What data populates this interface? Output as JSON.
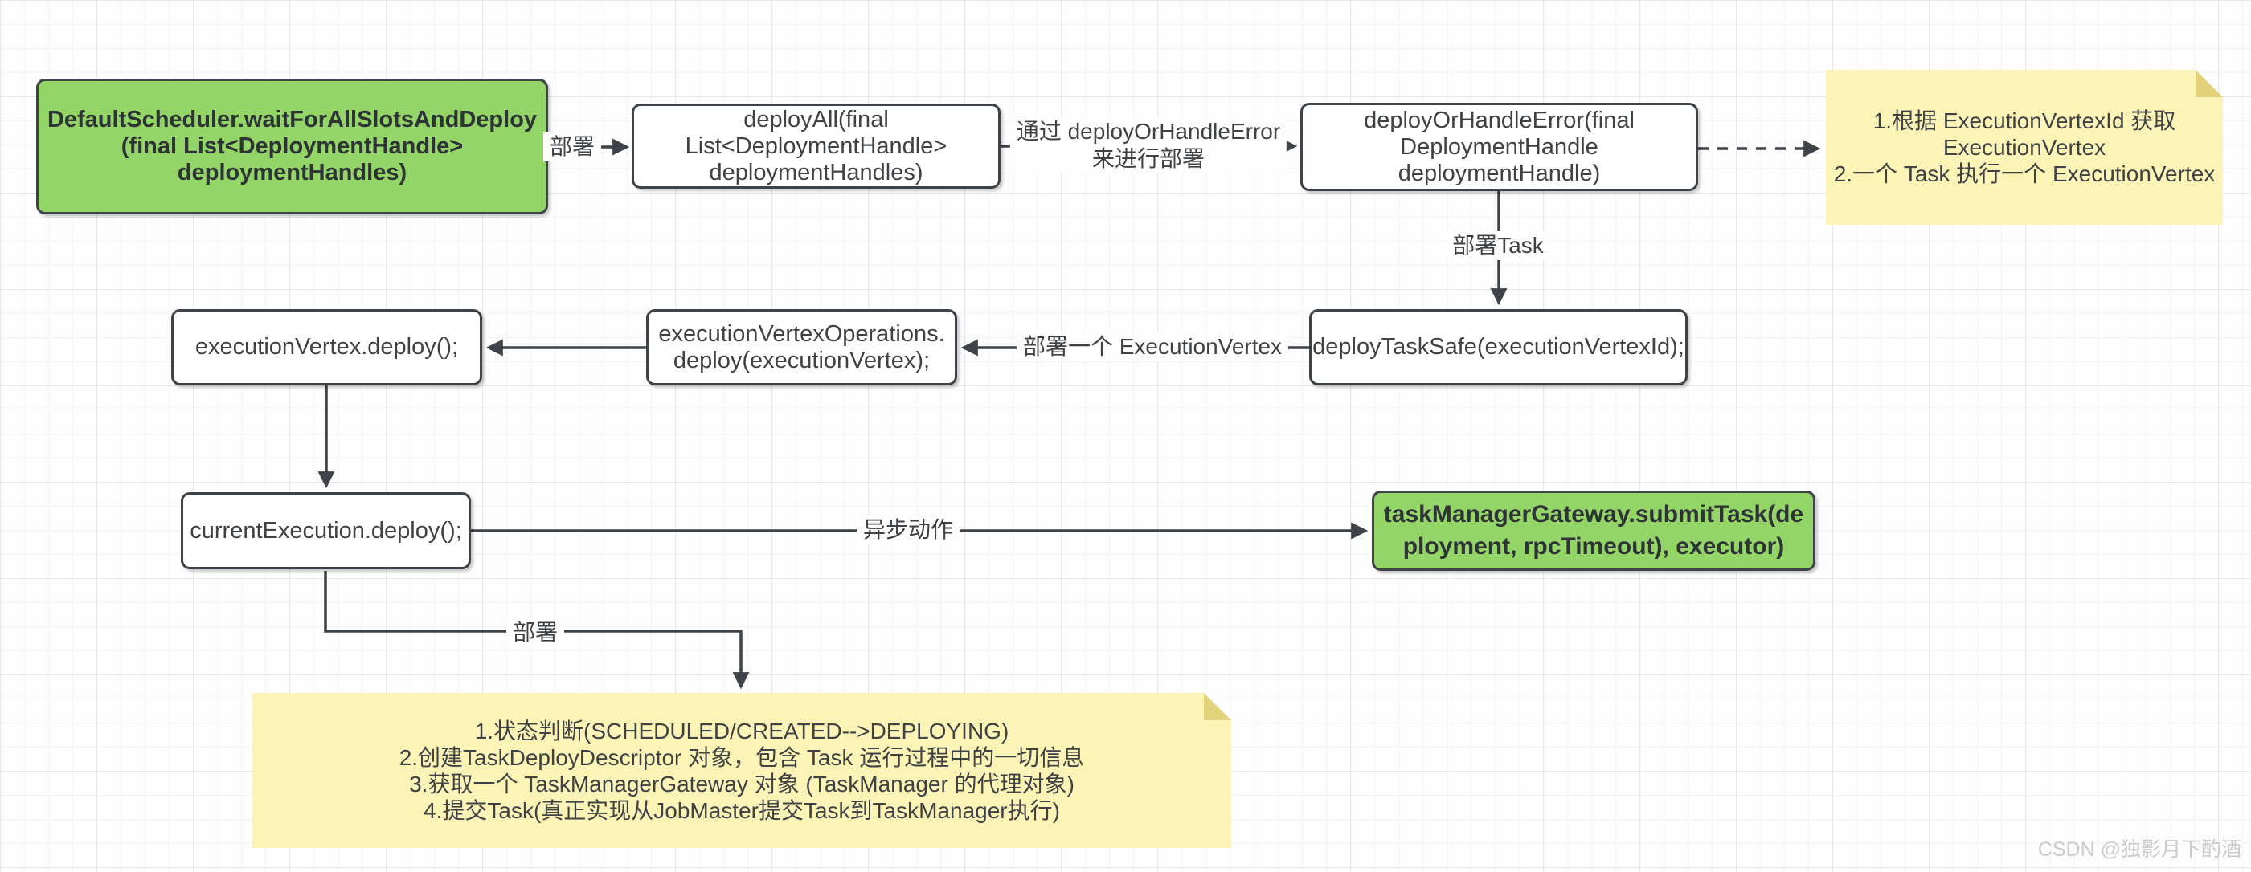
{
  "diagram": {
    "nodes": {
      "wait_for_all_slots": {
        "text": "DefaultScheduler.waitForAllSlotsAndDeploy\n(final List<DeploymentHandle>\ndeploymentHandles)"
      },
      "deploy_all": {
        "text": "deployAll(final\nList<DeploymentHandle>\ndeploymentHandles)"
      },
      "deploy_or_handle_error": {
        "text": "deployOrHandleError(final\nDeploymentHandle\ndeploymentHandle)"
      },
      "execution_vertex_deploy": {
        "text": "executionVertex.deploy();"
      },
      "execution_vertex_operations": {
        "text": "executionVertexOperations.\ndeploy(executionVertex);"
      },
      "deploy_task_safe": {
        "text": "deployTaskSafe(executionVertexId);"
      },
      "current_execution_deploy": {
        "text": "currentExecution.deploy();"
      },
      "submit_task": {
        "text": "taskManagerGateway.submitTask(de\nployment, rpcTimeout), executor)"
      }
    },
    "notes": {
      "execution_vertex_note": {
        "text": "1.根据 ExecutionVertexId 获取\nExecutionVertex\n2.一个 Task 执行一个 ExecutionVertex"
      },
      "deploy_detail_note": {
        "text": "1.状态判断(SCHEDULED/CREATED-->DEPLOYING)\n2.创建TaskDeployDescriptor 对象，包含 Task 运行过程中的一切信息\n3.获取一个 TaskManagerGateway 对象 (TaskManager 的代理对象)\n4.提交Task(真正实现从JobMaster提交Task到TaskManager执行)"
      }
    },
    "edge_labels": {
      "deploy_1": "部署",
      "via_deploy_or_handle_error": "通过 deployOrHandleError\n来进行部署",
      "deploy_task": "部署Task",
      "deploy_one_execution_vertex": "部署一个 ExecutionVertex",
      "async_action": "异步动作",
      "deploy_2": "部署"
    },
    "colors": {
      "node_green": "#93D566",
      "note_yellow": "#FCF4B6",
      "note_fold": "#E3D27C",
      "stroke": "#3D4349",
      "text": "#3F4245"
    },
    "watermark": "CSDN @独影月下酌酒"
  }
}
